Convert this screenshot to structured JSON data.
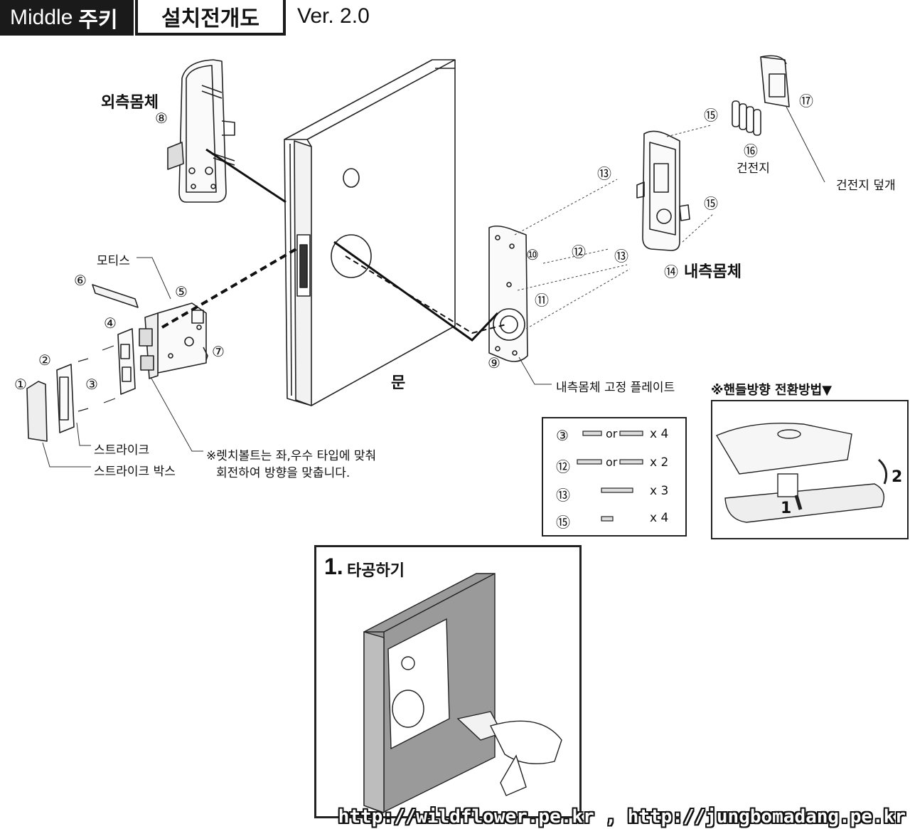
{
  "header": {
    "brand": "Middle",
    "brand_bold": "주키",
    "title": "설치전개도",
    "version": "Ver. 2.0"
  },
  "labels": {
    "outer_body": "외측몸체",
    "inner_body": "내측몸체",
    "mortise": "모티스",
    "door": "문",
    "strike": "스트라이크",
    "strike_box": "스트라이크 박스",
    "latch_note_1": "※렛치볼트는 좌,우수 타입에 맞춰",
    "latch_note_2": "회전하여 방향을 맞춥니다.",
    "inner_plate": "내측몸체 고정 플레이트",
    "battery": "건전지",
    "battery_cover": "건전지 덮개",
    "handle_change": "※핸들방향 전환방법▼"
  },
  "numbers": {
    "n1": "①",
    "n2": "②",
    "n3": "③",
    "n4": "④",
    "n5": "⑤",
    "n6": "⑥",
    "n7": "⑦",
    "n8": "⑧",
    "n9": "⑨",
    "n10": "⑩",
    "n11": "⑪",
    "n12": "⑫",
    "n13": "⑬",
    "n14": "⑭",
    "n15": "⑮",
    "n16": "⑯",
    "n17": "⑰"
  },
  "legend": [
    {
      "num": "③",
      "or": "or",
      "qty": "x 4"
    },
    {
      "num": "⑫",
      "or": "or",
      "qty": "x 2"
    },
    {
      "num": "⑬",
      "or": "",
      "qty": "x 3"
    },
    {
      "num": "⑮",
      "or": "",
      "qty": "x 4"
    }
  ],
  "handle_steps": {
    "s1": "1",
    "s2": "2"
  },
  "step1": {
    "num": "1.",
    "title": "타공하기"
  },
  "footer": "http://wildflower.pe.kr , http://jungbomadang.pe.kr"
}
